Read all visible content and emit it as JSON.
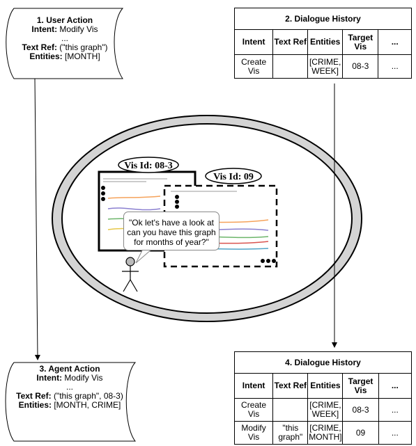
{
  "user_action": {
    "title": "1. User Action",
    "intent_label": "Intent:",
    "intent_value": "Modify Vis",
    "ellipsis": "...",
    "textref_label": "Text Ref:",
    "textref_value": "(\"this graph\")",
    "entities_label": "Entities:",
    "entities_value": "[MONTH]"
  },
  "dialogue_history_2": {
    "title": "2. Dialogue History",
    "columns": [
      "Intent",
      "Text Ref",
      "Entities",
      "Target Vis",
      "..."
    ],
    "rows": [
      [
        "Create Vis",
        "",
        "[CRIME, WEEK]",
        "08-3",
        "..."
      ]
    ]
  },
  "agent_action": {
    "title": "3. Agent Action",
    "intent_label": "Intent:",
    "intent_value": "Modify Vis",
    "ellipsis": "...",
    "textref_label": "Text Ref:",
    "textref_value": "(\"this graph\", 08-3)",
    "entities_label": "Entities:",
    "entities_value": "[MONTH, CRIME]"
  },
  "dialogue_history_4": {
    "title": "4. Dialogue History",
    "columns": [
      "Intent",
      "Text Ref",
      "Entities",
      "Target Vis",
      "..."
    ],
    "rows": [
      [
        "Create Vis",
        "",
        "[CRIME, WEEK]",
        "08-3",
        "..."
      ],
      [
        "Modify Vis",
        "\"this graph\"",
        "[CRIME, MONTH]",
        "09",
        "..."
      ]
    ]
  },
  "scene": {
    "vis1_label": "Vis Id: 08-3",
    "vis2_label": "Vis Id: 09",
    "speech": "\"Ok let's have a look at can you have this graph for months of year?\""
  },
  "colors": {
    "line": "#000000",
    "arena_fill": "#d9d9d9",
    "series": [
      "#f5a25a",
      "#8a7fd0",
      "#6cb56a",
      "#d9534f",
      "#e6c84a",
      "#4fa3c7"
    ]
  }
}
